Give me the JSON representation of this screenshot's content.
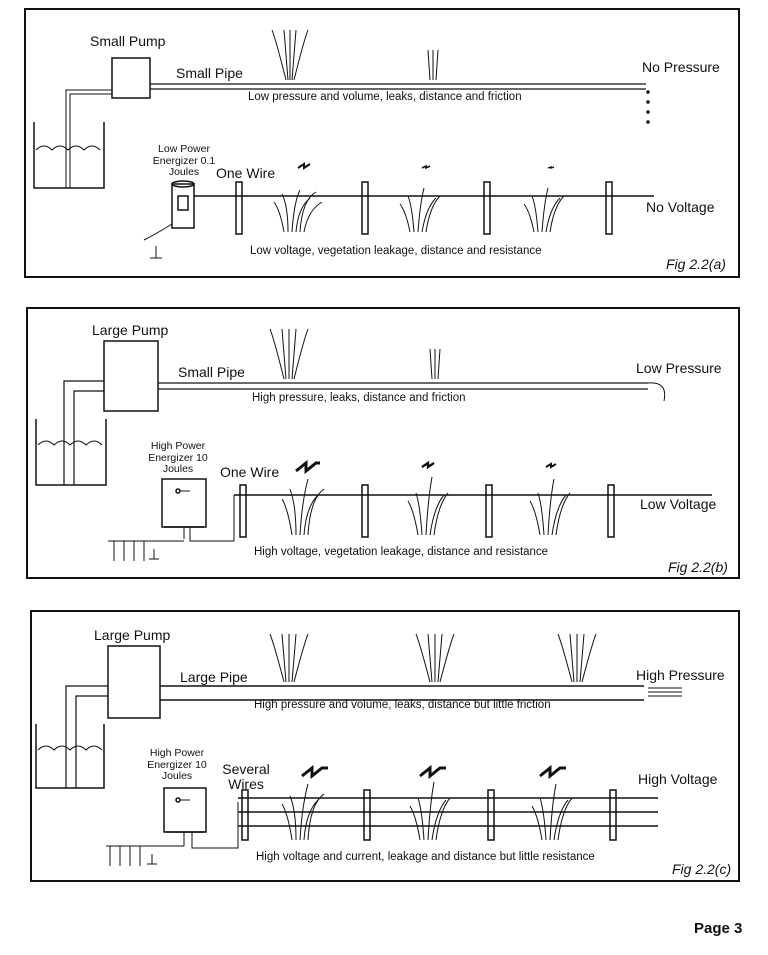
{
  "panels": [
    {
      "pump": "Small Pump",
      "pipe": "Small Pipe",
      "water_caption": "Low pressure and volume, leaks, distance and friction",
      "water_result": "No Pressure",
      "energizer": "Low Power Energizer 0.1 Joules",
      "wire": "One Wire",
      "wire_caption": "Low voltage, vegetation leakage, distance and resistance",
      "wire_result": "No Voltage",
      "fig": "Fig 2.2(a)"
    },
    {
      "pump": "Large Pump",
      "pipe": "Small Pipe",
      "water_caption": "High pressure, leaks, distance and friction",
      "water_result": "Low Pressure",
      "energizer": "High Power Energizer 10 Joules",
      "wire": "One Wire",
      "wire_caption": "High voltage, vegetation leakage, distance and resistance",
      "wire_result": "Low Voltage",
      "fig": "Fig 2.2(b)"
    },
    {
      "pump": "Large Pump",
      "pipe": "Large Pipe",
      "water_caption": "High pressure and volume, leaks, distance but little friction",
      "water_result": "High Pressure",
      "energizer": "High Power Energizer 10 Joules",
      "wire": "Several Wires",
      "wire_caption": "High voltage and current, leakage and distance but little resistance",
      "wire_result": "High Voltage",
      "fig": "Fig 2.2(c)"
    }
  ],
  "page": "Page 3"
}
